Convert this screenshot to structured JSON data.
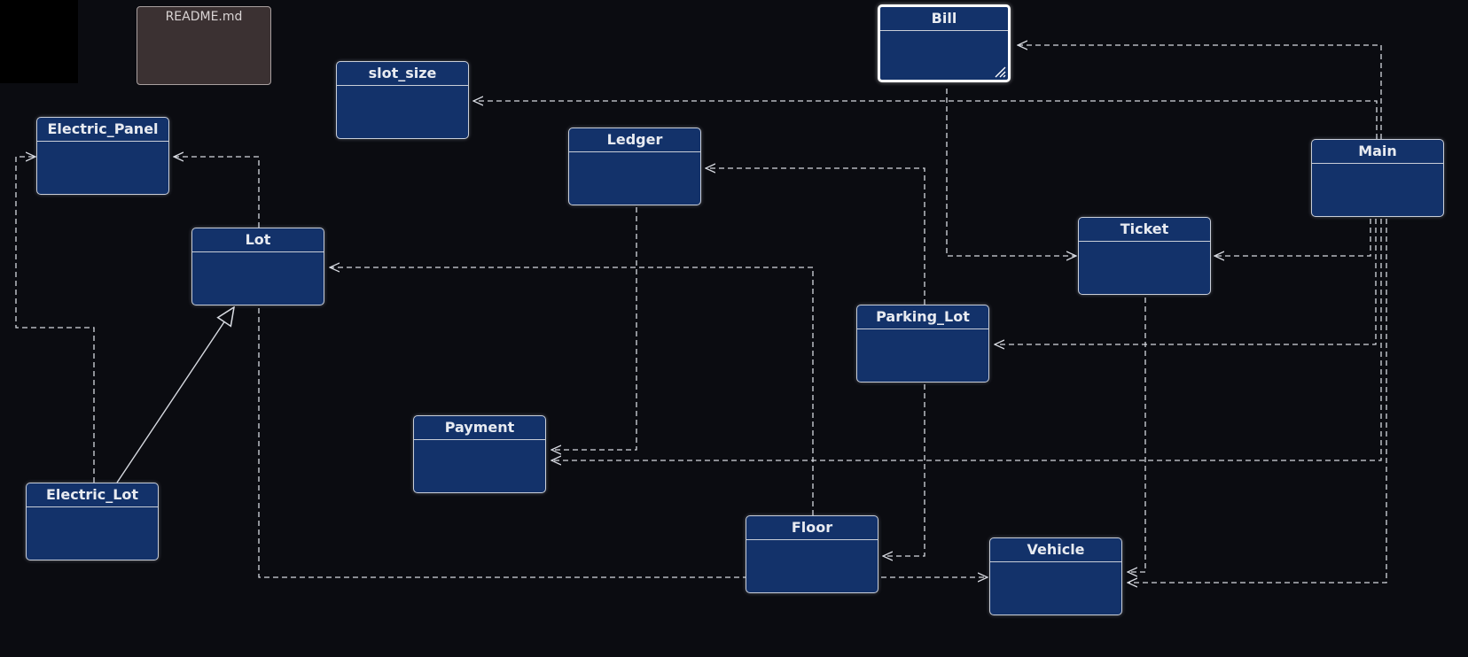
{
  "readme": {
    "label": "README.md"
  },
  "classes": {
    "bill": "Bill",
    "slot_size": "slot_size",
    "electric_panel": "Electric_Panel",
    "ledger": "Ledger",
    "main": "Main",
    "lot": "Lot",
    "ticket": "Ticket",
    "parking_lot": "Parking_Lot",
    "payment": "Payment",
    "electric_lot": "Electric_Lot",
    "floor": "Floor",
    "vehicle": "Vehicle"
  },
  "colors": {
    "background": "#0b0c11",
    "class_fill": "#13326a",
    "class_border": "#c9ced8",
    "note_fill": "#3b3132",
    "connector": "#d6d9e0"
  }
}
